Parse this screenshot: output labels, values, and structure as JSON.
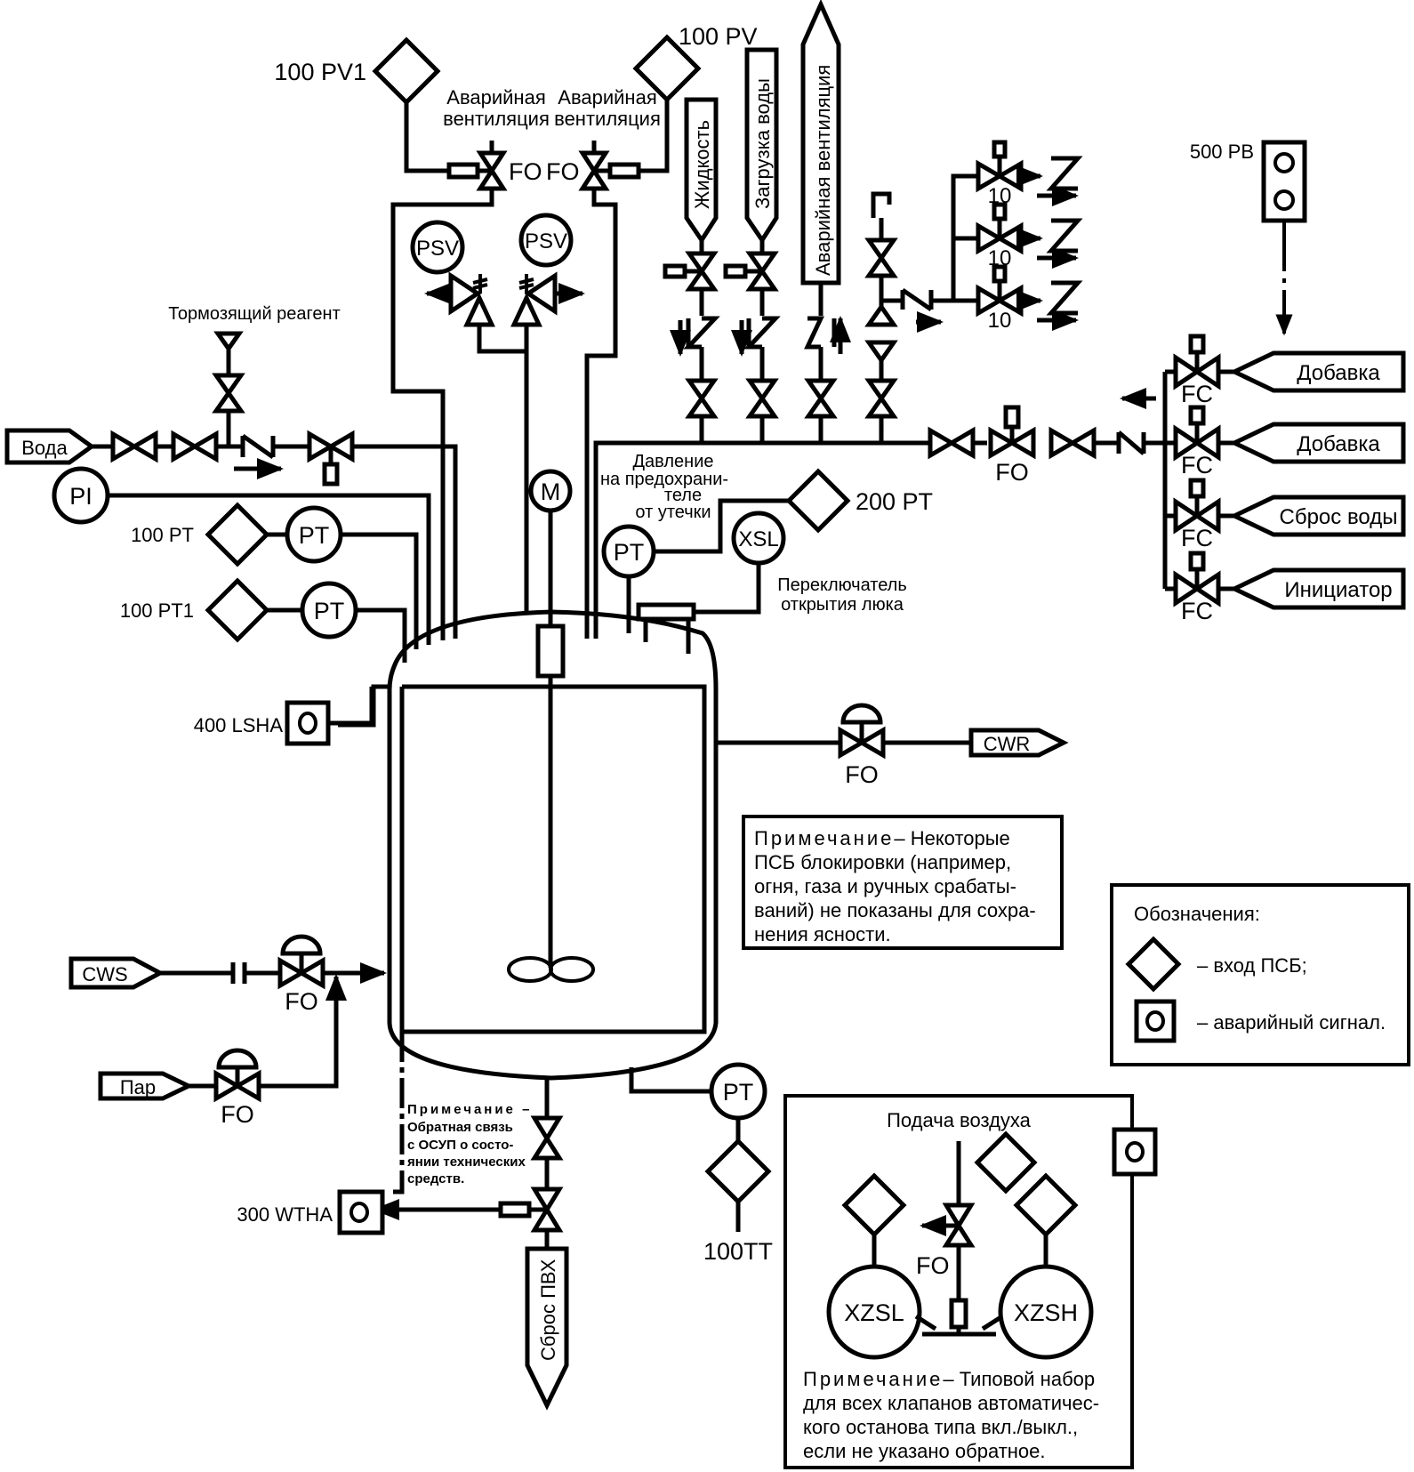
{
  "diagram": {
    "type": "P&ID",
    "tags": {
      "pv1": "100 PV1",
      "pv": "100 PV",
      "pb500": "500 PB",
      "pt100": "100 PT",
      "pt100_1": "100 PT1",
      "pt200": "200 PT",
      "lsha400": "400 LSHA",
      "wtha300": "300 WTHA",
      "tt100": "100TT"
    },
    "instruments": {
      "psv": "PSV",
      "pi": "PI",
      "pt": "PT",
      "motor": "M",
      "xsl": "XSL",
      "xzsl": "XZSL",
      "xzsh": "XZSH"
    },
    "valve_modes": {
      "fo": "FO",
      "fc": "FC",
      "ten": "10"
    },
    "labels": {
      "emergency_vent_1": [
        "Аварийная",
        "вентиляция"
      ],
      "emergency_vent_2": [
        "Аварийная",
        "вентиляция"
      ],
      "liquid": "Жидкость",
      "water_load": "Загрузка воды",
      "emergency_vent_stack": "Аварийная вентиляция",
      "inhibitor": "Тормозящий реагент",
      "water": "Вода",
      "relief_pressure": [
        "Давление",
        "на предохрани-",
        "теле",
        "от утечки"
      ],
      "hatch_switch": [
        "Переключатель",
        "открытия люка"
      ],
      "cwr": "CWR",
      "cws": "CWS",
      "steam": "Пар",
      "pvc_drop": "Сброс ПВХ",
      "air_supply": "Подача воздуха"
    },
    "feeds": [
      {
        "label": "Добавка",
        "mode": "FC"
      },
      {
        "label": "Добавка",
        "mode": "FC"
      },
      {
        "label": "Сброс воды",
        "mode": "FC"
      },
      {
        "label": "Инициатор",
        "mode": "FC"
      }
    ],
    "notes": {
      "sis_note_head": "Примечание",
      "sis_note": [
        "– Некоторые",
        "ПСБ блокировки (например,",
        "огня, газа и ручных срабаты-",
        "ваний) не показаны для сохра-",
        "нения ясности."
      ],
      "feedback_note_head": "Примечание –",
      "feedback_note": [
        "Обратная связь",
        "с ОСУП о состо-",
        "янии технических",
        "средств."
      ],
      "typical_note_head": "Примечание",
      "typical_note": [
        "– Типовой набор",
        "для всех клапанов автоматичес-",
        "кого останова типа вкл./выкл.,",
        "если не указано обратное."
      ]
    },
    "legend": {
      "title": "Обозначения:",
      "items": [
        {
          "symbol": "diamond",
          "text": "– вход ПСБ;"
        },
        {
          "symbol": "alarm-box",
          "text": "– аварийный сигнал."
        }
      ]
    }
  }
}
